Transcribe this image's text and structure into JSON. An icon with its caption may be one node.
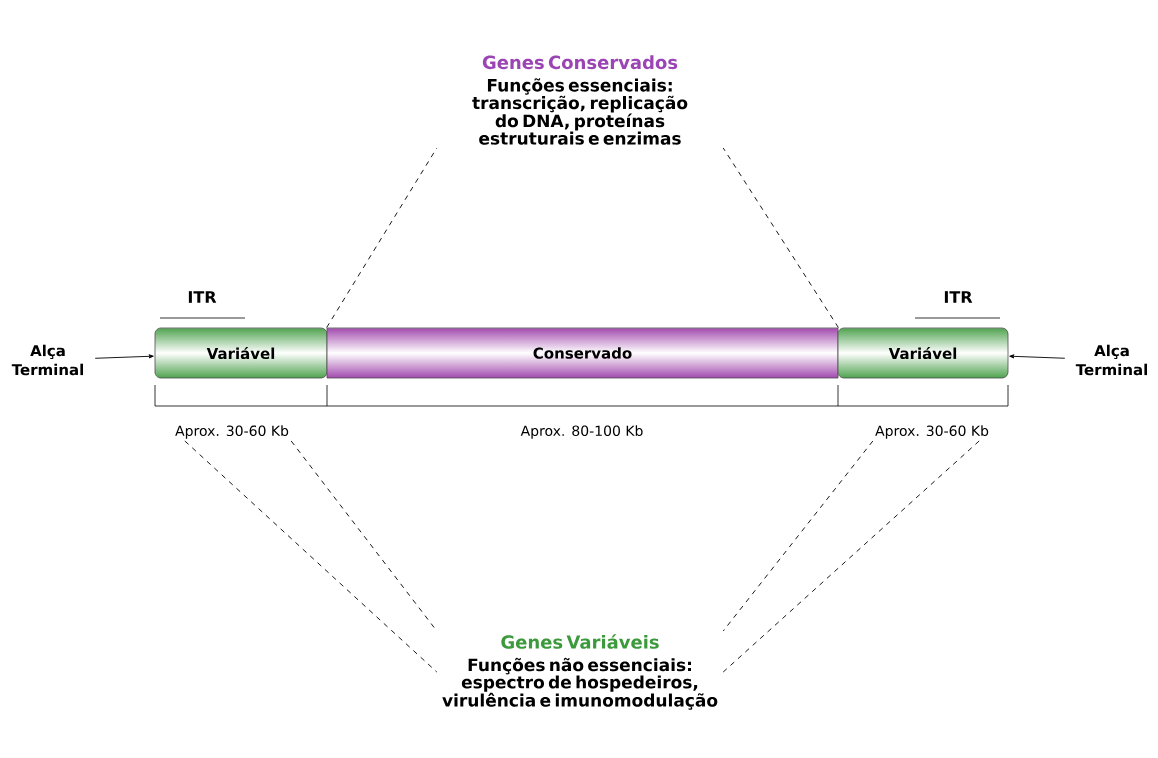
{
  "diagram": {
    "nodes": [
      {
        "text": [
          "Variável"
        ]
      },
      {
        "text": [
          "Conservado"
        ]
      },
      {
        "text": [
          "Variável"
        ]
      },
      {
        "text": [
          "Alça Terminal"
        ]
      },
      {
        "text": [
          "Alça Terminal"
        ]
      },
      {
        "text": [
          "Genes Conservados",
          "Funções essenciais: transcrição, replicação do DNA, proteínas estruturais e enzimas"
        ]
      },
      {
        "text": [
          "Genes Variáveis",
          "Funções não essenciais: espectro de hospedeiros, virulência e imunomodulação"
        ]
      },
      {
        "text": [
          "Aprox. 30-60 Kb"
        ]
      },
      {
        "text": [
          "Aprox. 30-60 Kb"
        ]
      }
    ],
    "edges": [
      {
        "from": 3,
        "to": 0,
        "arrow": "to"
      },
      {
        "from": 4,
        "to": 2,
        "arrow": "to"
      },
      {
        "from": 1,
        "to": 5,
        "arrow": "none",
        "style": "dashed"
      },
      {
        "from": 1,
        "to": 5,
        "arrow": "none",
        "style": "dashed"
      },
      {
        "from": 7,
        "to": 6,
        "arrow": "none",
        "style": "dashed"
      },
      {
        "from": 7,
        "to": 6,
        "arrow": "none",
        "style": "dashed"
      },
      {
        "from": 8,
        "to": 6,
        "arrow": "none",
        "style": "dashed"
      },
      {
        "from": 8,
        "to": 6,
        "arrow": "none",
        "style": "dashed"
      }
    ],
    "labels": [
      "ITR",
      "ITR",
      "Aprox. 80-100 Kb"
    ]
  }
}
